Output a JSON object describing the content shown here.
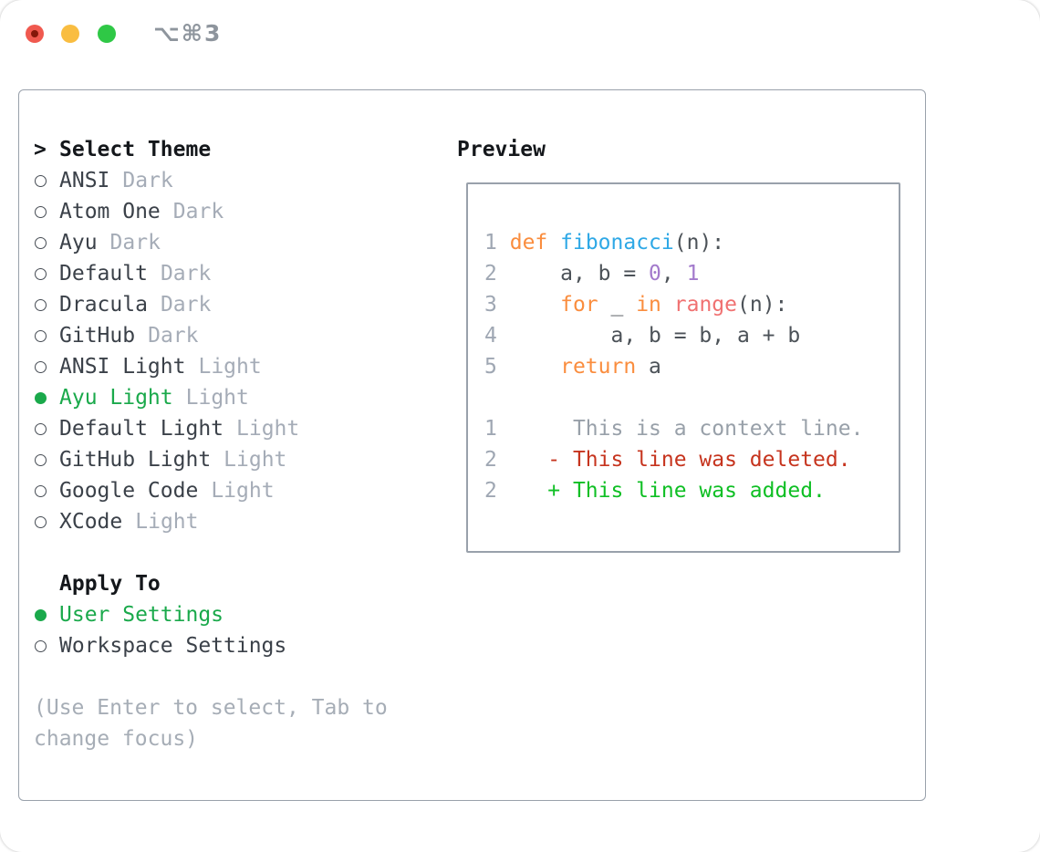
{
  "window": {
    "shortcut": "⌥⌘3"
  },
  "theme_list": {
    "prompt": ">",
    "title": "Select Theme",
    "items": [
      {
        "name": "ANSI",
        "variant": "Dark",
        "selected": false
      },
      {
        "name": "Atom One",
        "variant": "Dark",
        "selected": false
      },
      {
        "name": "Ayu",
        "variant": "Dark",
        "selected": false
      },
      {
        "name": "Default",
        "variant": "Dark",
        "selected": false
      },
      {
        "name": "Dracula",
        "variant": "Dark",
        "selected": false
      },
      {
        "name": "GitHub",
        "variant": "Dark",
        "selected": false
      },
      {
        "name": "ANSI Light",
        "variant": "Light",
        "selected": false
      },
      {
        "name": "Ayu Light",
        "variant": "Light",
        "selected": true
      },
      {
        "name": "Default Light",
        "variant": "Light",
        "selected": false
      },
      {
        "name": "GitHub Light",
        "variant": "Light",
        "selected": false
      },
      {
        "name": "Google Code",
        "variant": "Light",
        "selected": false
      },
      {
        "name": "XCode",
        "variant": "Light",
        "selected": false
      }
    ]
  },
  "apply_to": {
    "title": "Apply To",
    "options": [
      {
        "name": "User Settings",
        "selected": true
      },
      {
        "name": "Workspace Settings",
        "selected": false
      }
    ]
  },
  "help_lines": [
    "(Use Enter to select, Tab to",
    "change focus)"
  ],
  "preview": {
    "title": "Preview",
    "code_lines": [
      {
        "number": "1",
        "tokens": [
          {
            "t": "def",
            "c": "keyword"
          },
          {
            "t": " ",
            "c": "plain"
          },
          {
            "t": "fibonacci",
            "c": "entity"
          },
          {
            "t": "(n):",
            "c": "plain"
          }
        ]
      },
      {
        "number": "2",
        "tokens": [
          {
            "t": "    a, b = ",
            "c": "plain"
          },
          {
            "t": "0",
            "c": "constant"
          },
          {
            "t": ", ",
            "c": "plain"
          },
          {
            "t": "1",
            "c": "constant"
          }
        ]
      },
      {
        "number": "3",
        "tokens": [
          {
            "t": "    ",
            "c": "plain"
          },
          {
            "t": "for",
            "c": "keyword"
          },
          {
            "t": " _ ",
            "c": "plain"
          },
          {
            "t": "in",
            "c": "keyword"
          },
          {
            "t": " ",
            "c": "plain"
          },
          {
            "t": "range",
            "c": "markup"
          },
          {
            "t": "(n):",
            "c": "plain"
          }
        ]
      },
      {
        "number": "4",
        "tokens": [
          {
            "t": "        a, b = b, a + b",
            "c": "plain"
          }
        ]
      },
      {
        "number": "5",
        "tokens": [
          {
            "t": "    ",
            "c": "plain"
          },
          {
            "t": "return",
            "c": "keyword"
          },
          {
            "t": " a",
            "c": "plain"
          }
        ]
      }
    ],
    "diff_lines": [
      {
        "number": "1",
        "marker": " ",
        "text": "This is a context line.",
        "kind": "context"
      },
      {
        "number": "2",
        "marker": "-",
        "text": "This line was deleted.",
        "kind": "deleted"
      },
      {
        "number": "2",
        "marker": "+",
        "text": "This line was added.",
        "kind": "added"
      }
    ]
  },
  "colors": {
    "accent-green": "#1AA94B",
    "keyword": "#FA8D3E",
    "entity": "#2EA8E6",
    "constant": "#A37ACC",
    "markup": "#F07171",
    "code-plain": "#4C5258",
    "line-number": "#9FA7B3",
    "diff-context": "#98A0A9",
    "diff-deleted": "#C6341E",
    "diff-added": "#0FBF24",
    "traffic-red": "#F0594F",
    "traffic-yellow": "#F9BD41",
    "traffic-green": "#2FC846"
  }
}
